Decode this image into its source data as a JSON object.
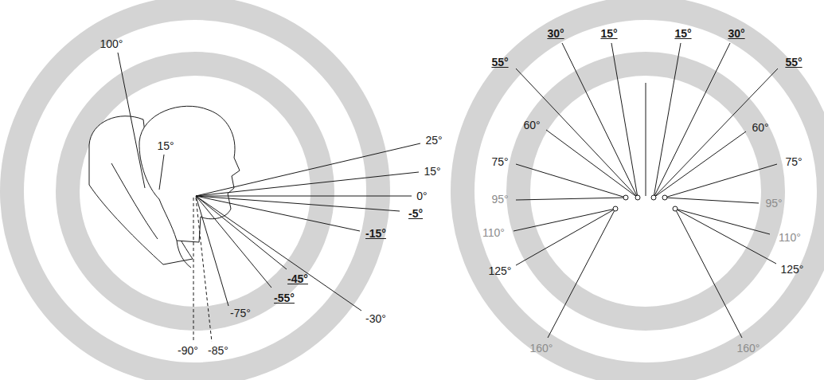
{
  "diagram": {
    "labels": [
      "100°",
      "15°",
      "25°",
      "15°",
      "0°",
      "-5°",
      "-15°",
      "-45°",
      "-30°",
      "-55°",
      "-75°",
      "-90°",
      "-85°",
      "30°",
      "15°",
      "15°",
      "30°",
      "55°",
      "55°",
      "60°",
      "60°",
      "75°",
      "75°",
      "95°",
      "95°",
      "110°",
      "110°",
      "125°",
      "125°",
      "160°",
      "160°"
    ]
  }
}
